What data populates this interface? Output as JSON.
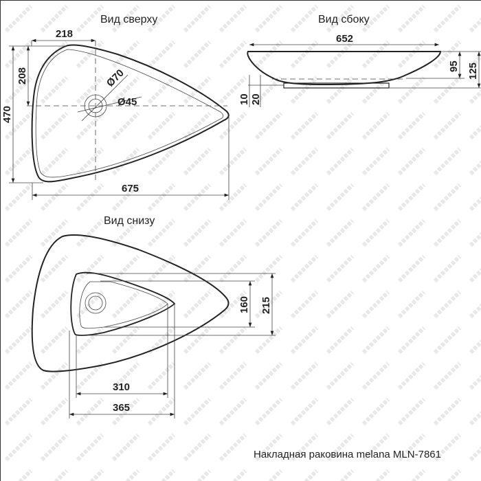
{
  "watermark": "MELANA",
  "top_view": {
    "title": "Вид сверху",
    "dims": {
      "width_top": "218",
      "hole_offset": "208",
      "depth": "470",
      "length": "675",
      "d_outer": "Ø70",
      "d_inner": "Ø45"
    }
  },
  "side_view": {
    "title": "Вид сбоку",
    "dims": {
      "length": "652",
      "bowl_height": "95",
      "total_height": "125",
      "base_10": "10",
      "base_20": "20"
    }
  },
  "bottom_view": {
    "title": "Вид снизу",
    "dims": {
      "h_inner": "160",
      "h_outer": "215",
      "w_inner": "310",
      "w_outer": "365"
    }
  },
  "caption": "Накладная раковина melana MLN-7861"
}
